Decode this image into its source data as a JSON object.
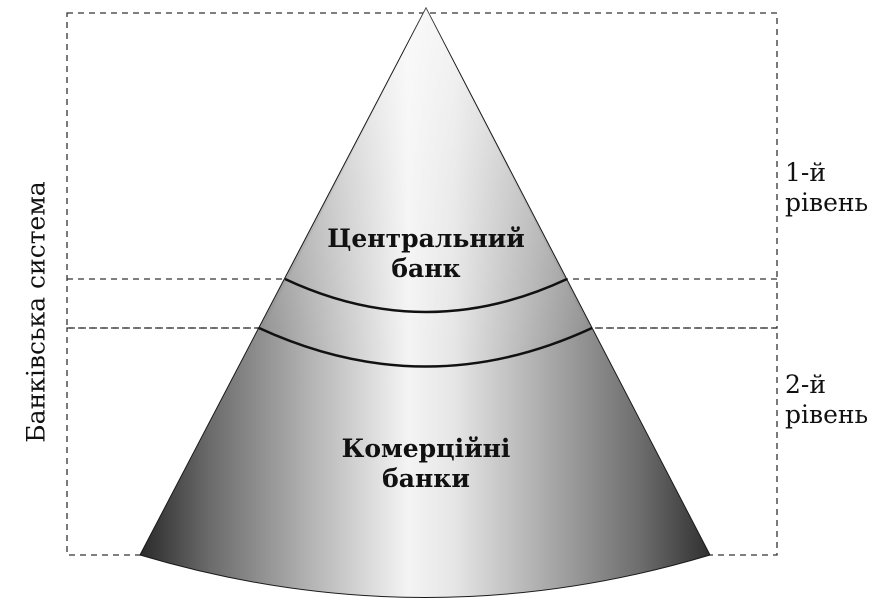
{
  "system_label": "Банківська система",
  "levels": [
    {
      "line1": "1-й",
      "line2": "рівень"
    },
    {
      "line1": "2-й",
      "line2": "рівень"
    }
  ],
  "tiers": [
    {
      "line1": "Центральний",
      "line2": "банк"
    },
    {
      "line1": "Комерційні",
      "line2": "банки"
    }
  ]
}
